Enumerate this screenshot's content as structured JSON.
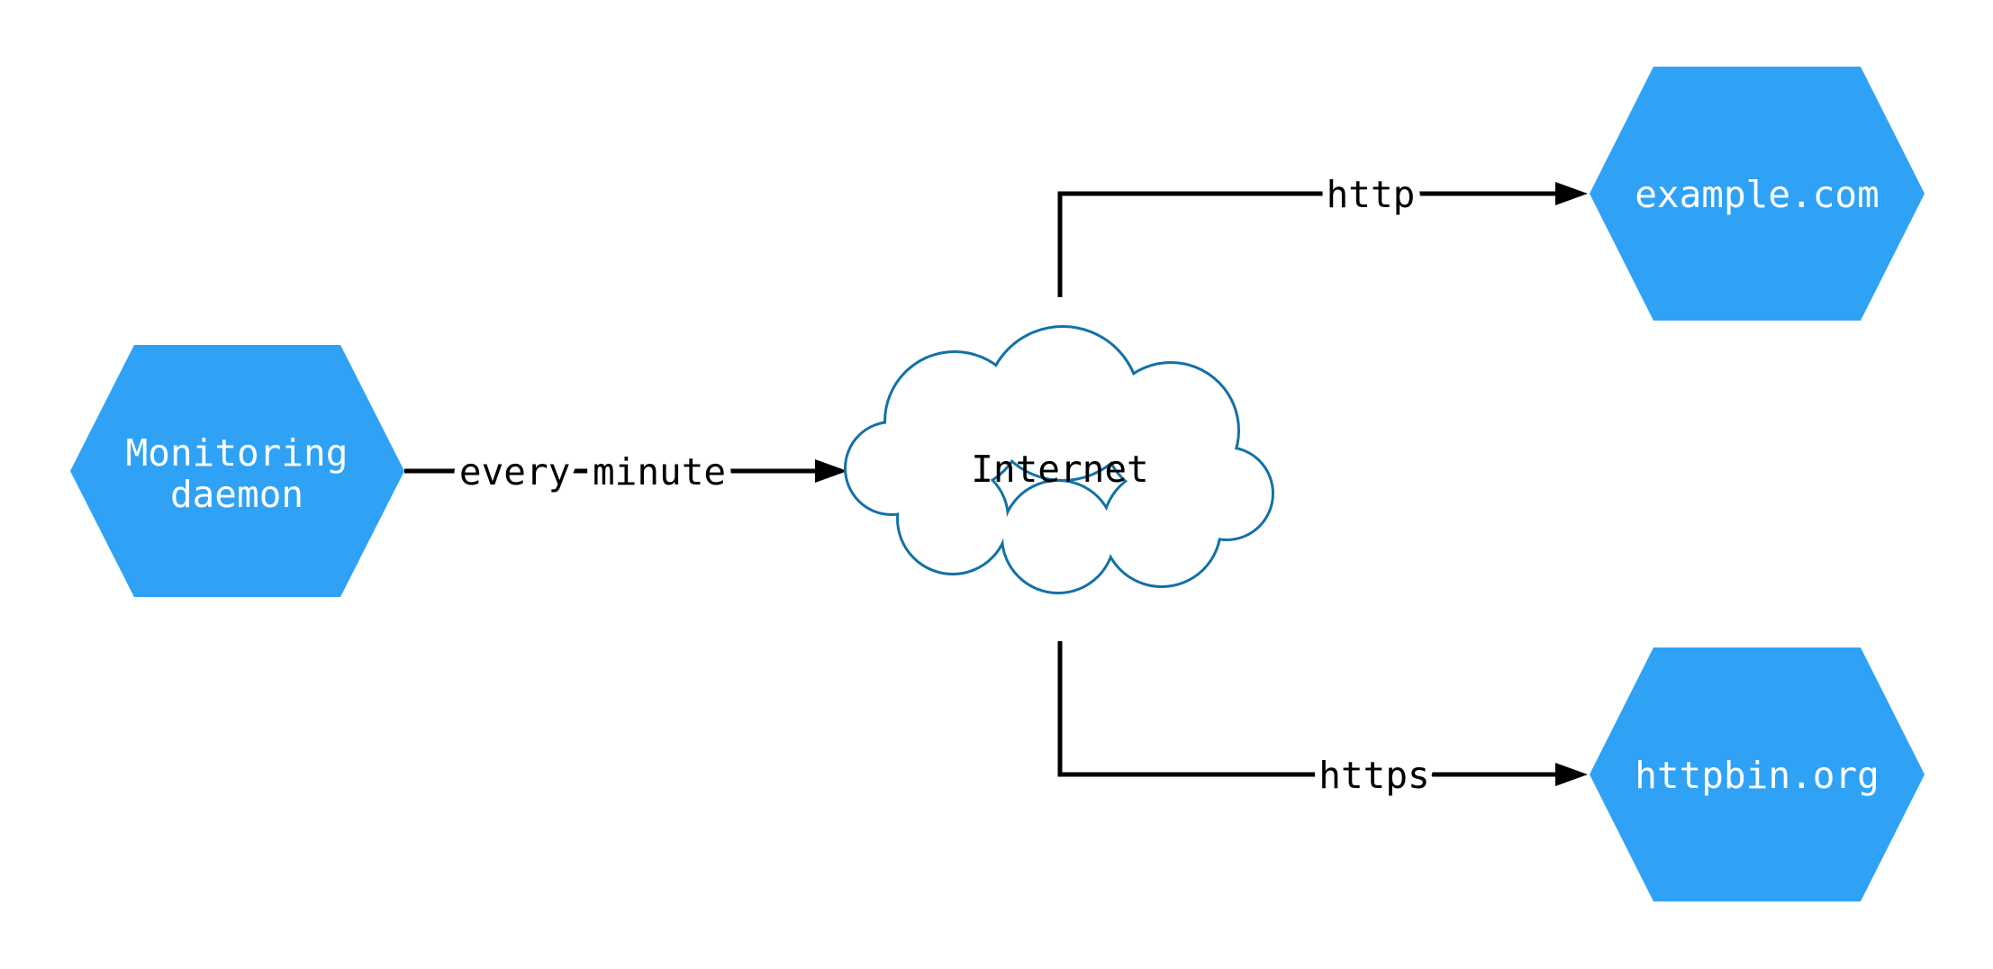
{
  "diagram": {
    "type": "network-architecture-diagram",
    "nodes": {
      "monitoring_daemon": {
        "shape": "hexagon",
        "line1": "Monitoring",
        "line2": "daemon"
      },
      "internet": {
        "shape": "cloud",
        "label": "Internet"
      },
      "example_com": {
        "shape": "hexagon",
        "label": "example.com"
      },
      "httpbin_org": {
        "shape": "hexagon",
        "label": "httpbin.org"
      }
    },
    "edges": {
      "poll": {
        "from": "Monitoring daemon",
        "to": "Internet",
        "label": "every minute"
      },
      "http": {
        "from": "Internet",
        "to": "example.com",
        "label": "http"
      },
      "https": {
        "from": "Internet",
        "to": "httpbin.org",
        "label": "https"
      }
    },
    "colors": {
      "node_fill": "#2fa2f6",
      "node_text": "#ffffff",
      "cloud_stroke": "#1271a6",
      "cloud_fill": "#ffffff",
      "cloud_text": "#000000",
      "edge_stroke": "#000000",
      "edge_label_text": "#000000",
      "background": "#ffffff"
    }
  }
}
